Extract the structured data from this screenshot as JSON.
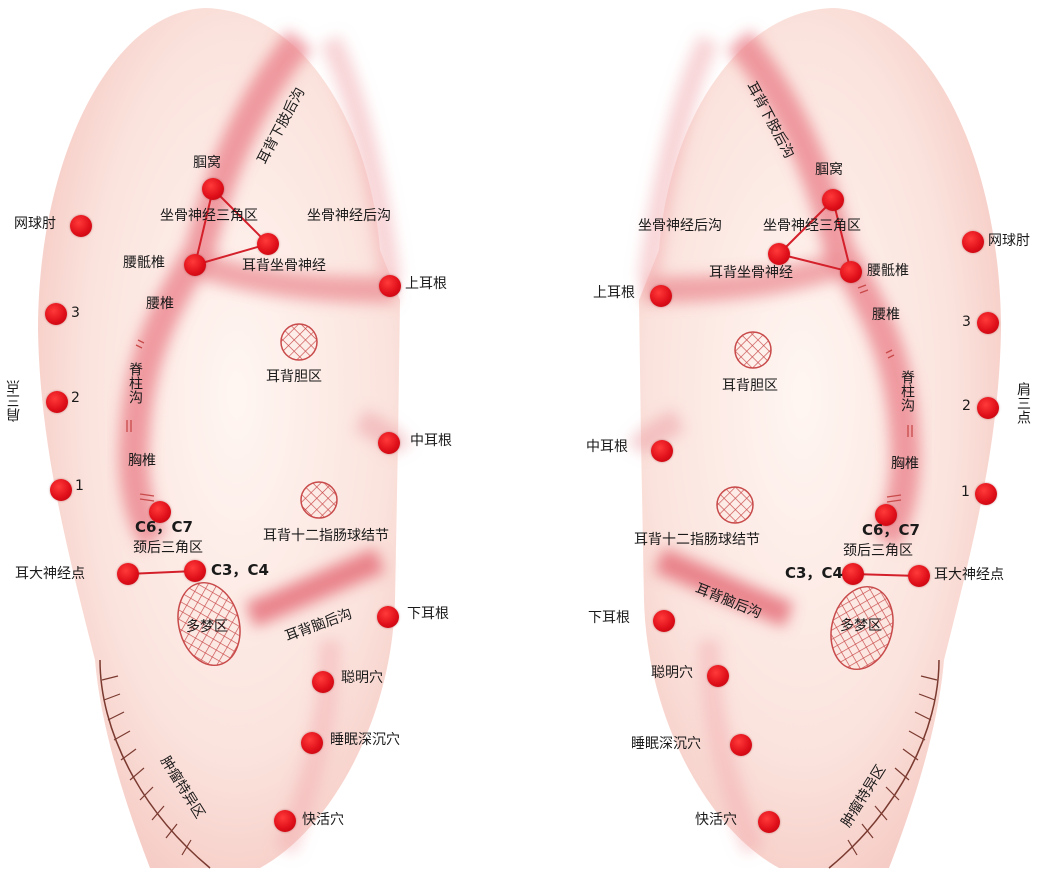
{
  "colors": {
    "ear_fill": "#fbe1dc",
    "groove": "#e9838b",
    "point": "#e0101a",
    "line": "#d4202a",
    "text": "#1a1a1a"
  },
  "left": {
    "popliteal": "腘窝",
    "lower_limb_groove": "耳背下肢后沟",
    "sciatic_triangle": "坐骨神经三角区",
    "sciatic_groove": "坐骨神经后沟",
    "lumbosacral": "腰骶椎",
    "back_sciatic": "耳背坐骨神经",
    "upper_root": "上耳根",
    "lumbar": "腰椎",
    "gallbladder": "耳背胆区",
    "spinal_groove": "脊柱沟",
    "middle_root": "中耳根",
    "thoracic": "胸椎",
    "duodenal": "耳背十二指肠球结节",
    "c67": "C6，C7",
    "neck_triangle": "颈后三角区",
    "c34": "C3，C4",
    "great_auricular": "耳大神经点",
    "brain_groove": "耳背脑后沟",
    "dream": "多梦区",
    "lower_root": "下耳根",
    "smart": "聪明穴",
    "sleep": "睡眠深沉穴",
    "happy": "快活穴",
    "tumor": "肿瘤特异区",
    "tennis": "网球肘",
    "shoulder_points": "肩三点",
    "n1": "1",
    "n2": "2",
    "n3": "3"
  },
  "right": {
    "popliteal": "腘窝",
    "lower_limb_groove": "耳背下肢后沟",
    "sciatic_triangle": "坐骨神经三角区",
    "sciatic_groove": "坐骨神经后沟",
    "lumbosacral": "腰骶椎",
    "back_sciatic": "耳背坐骨神经",
    "upper_root": "上耳根",
    "lumbar": "腰椎",
    "gallbladder": "耳背胆区",
    "spinal_groove": "脊柱沟",
    "middle_root": "中耳根",
    "thoracic": "胸椎",
    "duodenal": "耳背十二指肠球结节",
    "c67": "C6，C7",
    "neck_triangle": "颈后三角区",
    "c34": "C3，C4",
    "great_auricular": "耳大神经点",
    "brain_groove": "耳背脑后沟",
    "dream": "多梦区",
    "lower_root": "下耳根",
    "smart": "聪明穴",
    "sleep": "睡眠深沉穴",
    "happy": "快活穴",
    "tumor": "肿瘤特异区",
    "tennis": "网球肘",
    "shoulder_points": "肩三点",
    "n1": "1",
    "n2": "2",
    "n3": "3"
  }
}
